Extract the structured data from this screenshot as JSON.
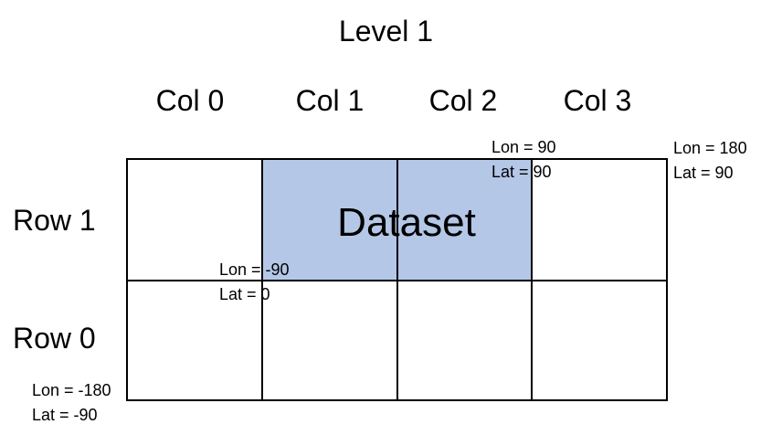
{
  "title": "Level 1",
  "columns": [
    "Col 0",
    "Col 1",
    "Col 2",
    "Col 3"
  ],
  "rows": [
    "Row 1",
    "Row 0"
  ],
  "dataset_label": "Dataset",
  "highlight_color": "#b4c7e7",
  "grid_color": "#000000",
  "coordinates": {
    "top_right": {
      "lon": "Lon = 180",
      "lat": "Lat = 90"
    },
    "dataset_top_right": {
      "lon": "Lon = 90",
      "lat": "Lat = 90"
    },
    "dataset_bottom_left": {
      "lon": "Lon = -90",
      "lat": "Lat = 0"
    },
    "bottom_left": {
      "lon": "Lon = -180",
      "lat": "Lat = -90"
    }
  }
}
